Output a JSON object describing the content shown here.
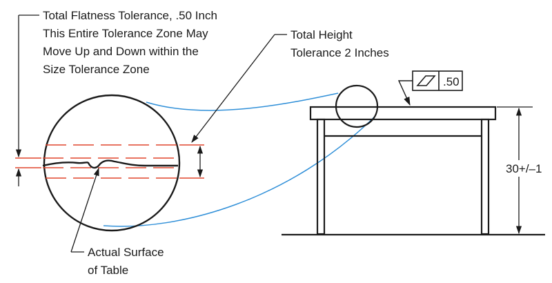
{
  "labels": {
    "flatness_line1": "Total Flatness Tolerance, .50 Inch",
    "flatness_line2": "This Entire Tolerance Zone May",
    "flatness_line3": "Move Up and Down within the",
    "flatness_line4": "Size Tolerance Zone",
    "height_line1": "Total Height",
    "height_line2": "Tolerance 2 Inches",
    "surface_line1": "Actual Surface",
    "surface_line2": "of Table",
    "height_dimension": "30+/–1",
    "feature_control_value": ".50"
  },
  "colors": {
    "ink": "#1a1a1a",
    "tolerance_zone": "#e0452b",
    "callout": "#2f8fd8"
  },
  "symbols": {
    "feature_control": "flatness-symbol-icon"
  }
}
